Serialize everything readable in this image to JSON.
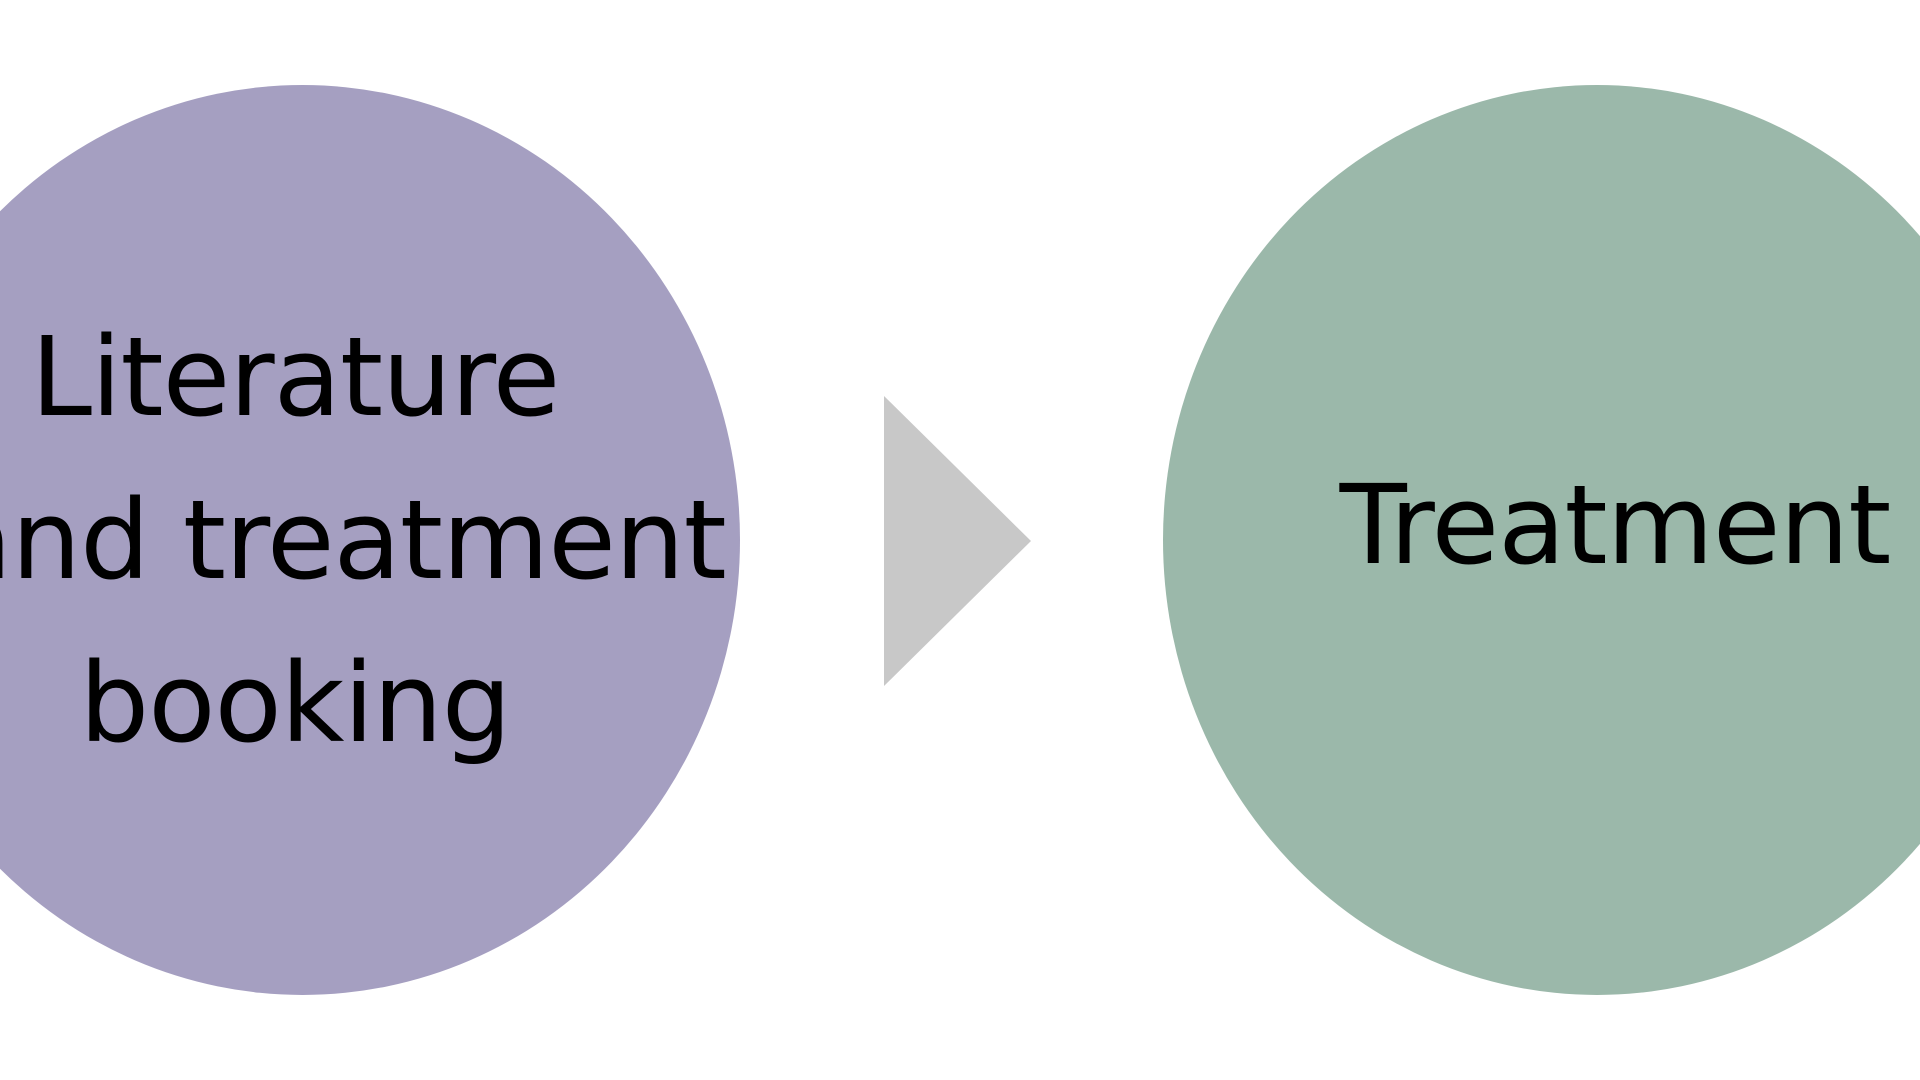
{
  "diagram": {
    "steps": [
      {
        "label_lines": [
          "Literature",
          "and treatment",
          "booking"
        ],
        "color": "#a59fc1"
      },
      {
        "label_lines": [
          "Treatment"
        ],
        "color": "#9bb8aa"
      }
    ],
    "arrow": {
      "icon": "chevron-right-triangle-icon",
      "color": "#c8c8c8"
    }
  }
}
